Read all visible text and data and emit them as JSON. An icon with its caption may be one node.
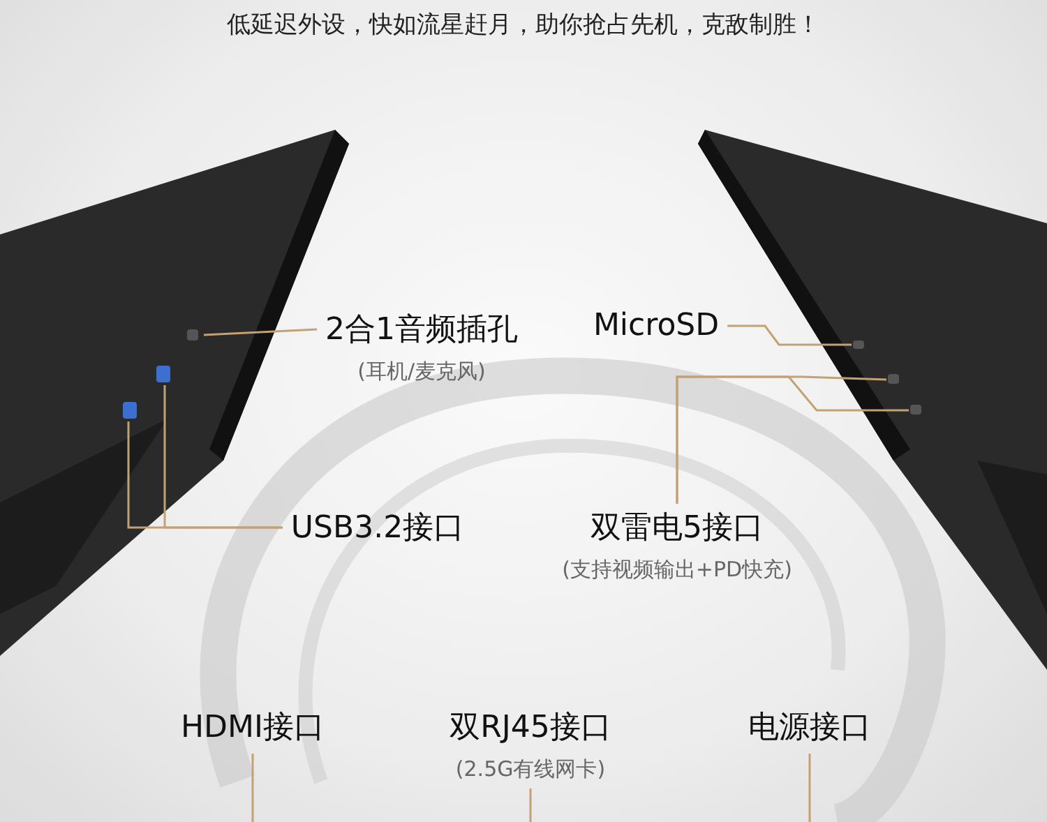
{
  "diagram": {
    "title": "低延迟外设，快如流星赶月，助你抢占先机，克敌制胜！",
    "nodes": [
      {
        "text": [
          "2合1音频插孔",
          "(耳机/麦克风)"
        ]
      },
      {
        "text": [
          "USB3.2接口"
        ]
      },
      {
        "text": [
          "MicroSD"
        ]
      },
      {
        "text": [
          "双雷电5接口",
          "(支持视频输出+PD快充)"
        ]
      },
      {
        "text": [
          "HDMI接口"
        ]
      },
      {
        "text": [
          "双RJ45接口",
          "(2.5G有线网卡)"
        ]
      },
      {
        "text": [
          "电源接口"
        ]
      }
    ],
    "edges": [
      {
        "from": 0,
        "to": null,
        "arrow": "none"
      },
      {
        "from": 1,
        "to": null,
        "arrow": "none"
      },
      {
        "from": 1,
        "to": null,
        "arrow": "none"
      },
      {
        "from": 2,
        "to": null,
        "arrow": "none"
      },
      {
        "from": 3,
        "to": null,
        "arrow": "none"
      },
      {
        "from": 3,
        "to": null,
        "arrow": "none"
      },
      {
        "from": 4,
        "to": null,
        "arrow": "none"
      },
      {
        "from": 5,
        "to": null,
        "arrow": "none"
      },
      {
        "from": 6,
        "to": null,
        "arrow": "none"
      }
    ]
  }
}
